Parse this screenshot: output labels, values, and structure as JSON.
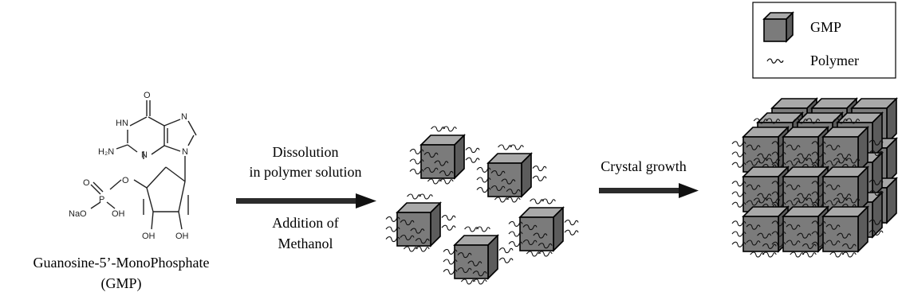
{
  "molecule": {
    "caption_line1": "Guanosine-5’-MonoPhosphate",
    "caption_line2": "(GMP)",
    "atoms": {
      "O_carbonyl": "O",
      "HN": "HN",
      "N_top": "N",
      "H2N": "H₂N",
      "N_low": "N",
      "N_ring": "N",
      "O_phos": "O",
      "P": "P",
      "O_link": "O",
      "NaO": "NaO",
      "OH_p": "OH",
      "OH_1": "OH",
      "OH_2": "OH"
    }
  },
  "step1": {
    "top_line1": "Dissolution",
    "top_line2": "in polymer solution",
    "bottom_line1": "Addition of",
    "bottom_line2": "Methanol"
  },
  "step2": {
    "label": "Crystal growth"
  },
  "legend": {
    "gmp_label": "GMP",
    "polymer_label": "Polymer",
    "gmp_icon": "gray-cube-icon",
    "polymer_icon": "polymer-squiggle-icon"
  },
  "colors": {
    "cube_front": "#7b7b7b",
    "cube_top": "#a9a9a9",
    "cube_side": "#5c5c5c",
    "outline": "#000000"
  }
}
